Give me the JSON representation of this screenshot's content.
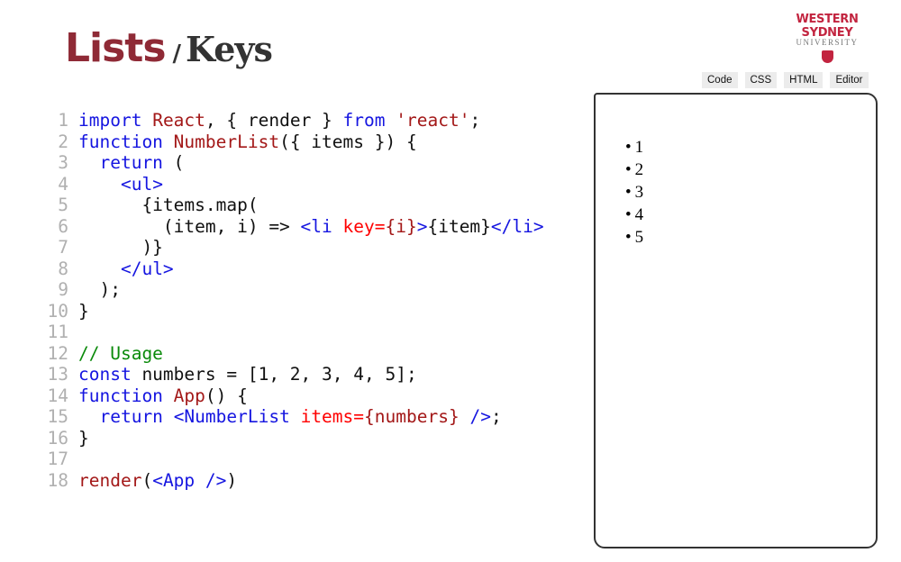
{
  "header": {
    "title_main": "Lists",
    "separator": "/",
    "title_sub": "Keys"
  },
  "logo": {
    "line1": "WESTERN SYDNEY",
    "line2": "UNIVERSITY"
  },
  "tabs": [
    "Code",
    "CSS",
    "HTML",
    "Editor"
  ],
  "code": [
    [
      [
        "import",
        "kw"
      ],
      [
        " ",
        "plain"
      ],
      [
        "React",
        "def"
      ],
      [
        ", { render } ",
        "plain"
      ],
      [
        "from",
        "kw"
      ],
      [
        " ",
        "plain"
      ],
      [
        "'react'",
        "str"
      ],
      [
        ";",
        "plain"
      ]
    ],
    [
      [
        "function",
        "kw"
      ],
      [
        " ",
        "plain"
      ],
      [
        "NumberList",
        "def"
      ],
      [
        "({ items }) {",
        "plain"
      ]
    ],
    [
      [
        "  ",
        "plain"
      ],
      [
        "return",
        "kw"
      ],
      [
        " (",
        "plain"
      ]
    ],
    [
      [
        "    ",
        "plain"
      ],
      [
        "<ul>",
        "tag"
      ]
    ],
    [
      [
        "      {items.map(",
        "plain"
      ]
    ],
    [
      [
        "        (item, i) => ",
        "plain"
      ],
      [
        "<li ",
        "tag"
      ],
      [
        "key=",
        "attr"
      ],
      [
        "{i}",
        "str"
      ],
      [
        ">",
        "tag"
      ],
      [
        "{item}",
        "plain"
      ],
      [
        "</li>",
        "tag"
      ]
    ],
    [
      [
        "      )}",
        "plain"
      ]
    ],
    [
      [
        "    ",
        "plain"
      ],
      [
        "</ul>",
        "tag"
      ]
    ],
    [
      [
        "  );",
        "plain"
      ]
    ],
    [
      [
        "}",
        "plain"
      ]
    ],
    [],
    [
      [
        "// Usage",
        "comment"
      ]
    ],
    [
      [
        "const",
        "kw"
      ],
      [
        " numbers = [1, 2, 3, 4, 5];",
        "plain"
      ]
    ],
    [
      [
        "function",
        "kw"
      ],
      [
        " ",
        "plain"
      ],
      [
        "App",
        "def"
      ],
      [
        "() {",
        "plain"
      ]
    ],
    [
      [
        "  ",
        "plain"
      ],
      [
        "return",
        "kw"
      ],
      [
        " ",
        "plain"
      ],
      [
        "<NumberList ",
        "tag"
      ],
      [
        "items=",
        "attr"
      ],
      [
        "{numbers}",
        "str"
      ],
      [
        " ",
        "plain"
      ],
      [
        "/>",
        "tag"
      ],
      [
        ";",
        "plain"
      ]
    ],
    [
      [
        "}",
        "plain"
      ]
    ],
    [],
    [
      [
        "render",
        "def"
      ],
      [
        "(",
        "plain"
      ],
      [
        "<App />",
        "tag"
      ],
      [
        ")",
        "plain"
      ]
    ]
  ],
  "output": {
    "items": [
      "1",
      "2",
      "3",
      "4",
      "5"
    ]
  }
}
